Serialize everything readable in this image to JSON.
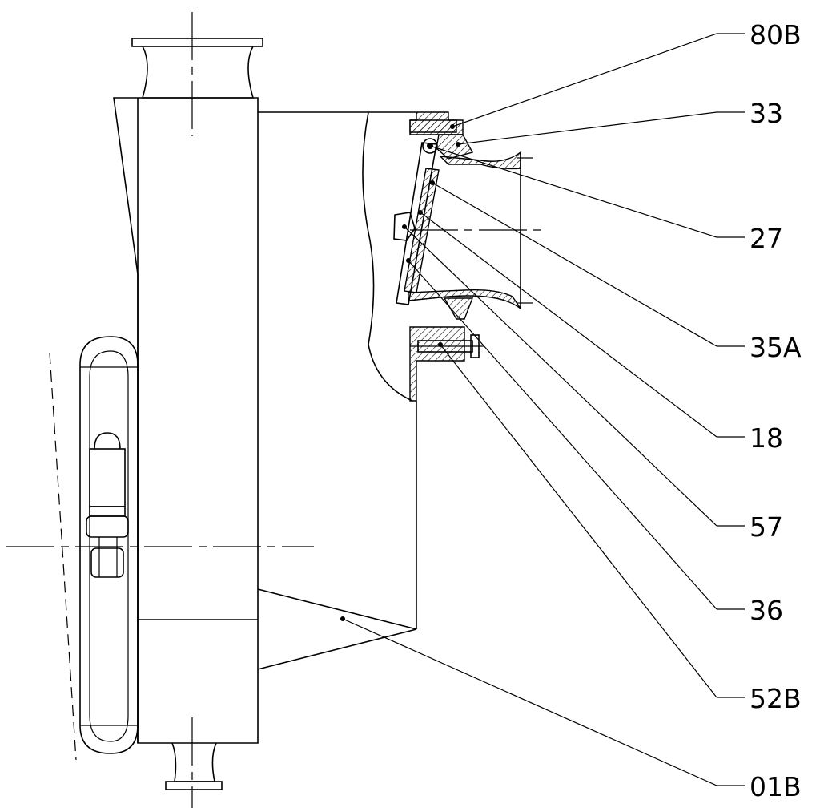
{
  "callouts": [
    {
      "id": "80B",
      "label": "80B"
    },
    {
      "id": "33",
      "label": "33"
    },
    {
      "id": "27",
      "label": "27"
    },
    {
      "id": "35A",
      "label": "35A"
    },
    {
      "id": "18",
      "label": "18"
    },
    {
      "id": "57",
      "label": "57"
    },
    {
      "id": "36",
      "label": "36"
    },
    {
      "id": "52B",
      "label": "52B"
    },
    {
      "id": "01B",
      "label": "01B"
    }
  ]
}
